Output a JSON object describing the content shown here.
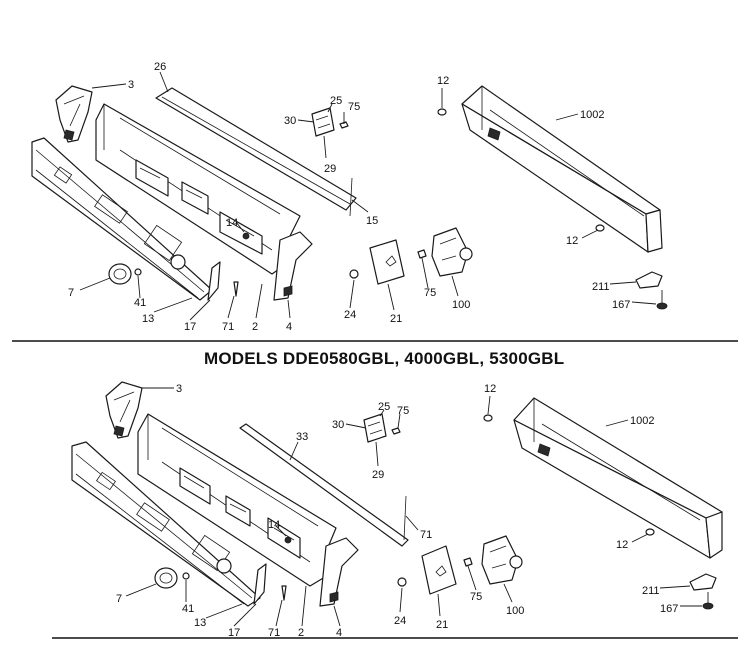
{
  "models_title": "MODELS DDE0580GBL, 4000GBL, 5300GBL",
  "top_diagram": {
    "labels": {
      "p3": "3",
      "p26": "26",
      "p30": "30",
      "p25": "25",
      "p75a": "75",
      "p29": "29",
      "p12a": "12",
      "p1002": "1002",
      "p15": "15",
      "p14": "14",
      "p12b": "12",
      "p7": "7",
      "p41": "41",
      "p13": "13",
      "p17": "17",
      "p71": "71",
      "p2": "2",
      "p4": "4",
      "p24": "24",
      "p21": "21",
      "p75b": "75",
      "p100": "100",
      "p211": "211",
      "p167": "167"
    }
  },
  "bottom_diagram": {
    "labels": {
      "p3": "3",
      "p33": "33",
      "p30": "30",
      "p25": "25",
      "p75a": "75",
      "p29": "29",
      "p12a": "12",
      "p1002": "1002",
      "p14": "14",
      "p71a": "71",
      "p12b": "12",
      "p7": "7",
      "p41": "41",
      "p13": "13",
      "p17": "17",
      "p71b": "71",
      "p2": "2",
      "p4": "4",
      "p24": "24",
      "p21": "21",
      "p75b": "75",
      "p100": "100",
      "p211": "211",
      "p167": "167"
    }
  }
}
